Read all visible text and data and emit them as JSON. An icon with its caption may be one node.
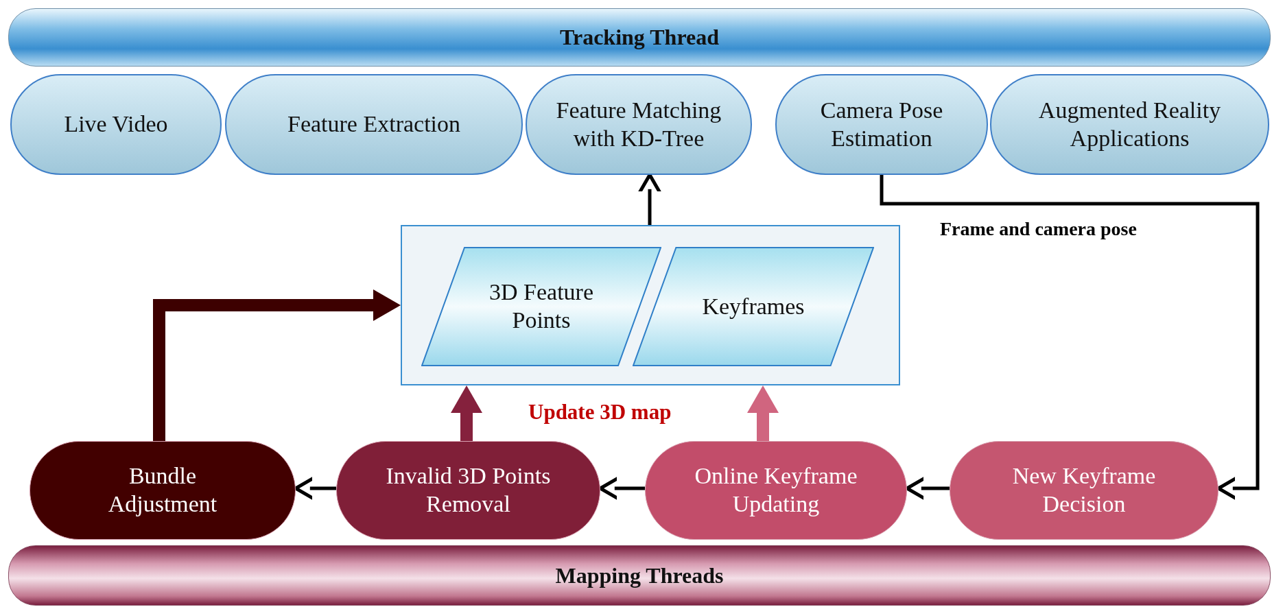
{
  "diagram": {
    "nodes": [
      {
        "text": [
          "Tracking Thread"
        ]
      },
      {
        "text": [
          "Live Video"
        ]
      },
      {
        "text": [
          "Feature Extraction"
        ]
      },
      {
        "text": [
          "Feature Matching with KD-Tree"
        ]
      },
      {
        "text": [
          "Camera Pose Estimation"
        ]
      },
      {
        "text": [
          "Augmented Reality Applications"
        ]
      },
      {
        "text": [],
        "shape": "box"
      },
      {
        "text": [
          "3D Feature Points"
        ],
        "in": 6
      },
      {
        "text": [
          "Keyframes"
        ],
        "in": 6
      },
      {
        "text": [
          "Bundle Adjustment"
        ]
      },
      {
        "text": [
          "Invalid 3D Points Removal"
        ]
      },
      {
        "text": [
          "Online Keyframe Updating"
        ]
      },
      {
        "text": [
          "New Keyframe Decision"
        ]
      },
      {
        "text": [
          "Mapping Threads"
        ]
      }
    ],
    "edges": [
      {
        "from": 6,
        "to": 3,
        "arrow": "to"
      },
      {
        "from": 4,
        "to": 12,
        "arrow": "to",
        "label": "Frame and camera pose"
      },
      {
        "from": 12,
        "to": 11,
        "arrow": "to"
      },
      {
        "from": 11,
        "to": 10,
        "arrow": "to"
      },
      {
        "from": 10,
        "to": 9,
        "arrow": "to"
      },
      {
        "from": 9,
        "to": 6,
        "arrow": "to",
        "style": "thick",
        "color": "#3d0000"
      },
      {
        "from": 10,
        "to": 6,
        "arrow": "to",
        "style": "thick",
        "color": "#85213d"
      },
      {
        "from": 11,
        "to": 6,
        "arrow": "to",
        "style": "thick",
        "color": "#d0657f"
      }
    ],
    "labels": [
      "Update 3D map"
    ]
  }
}
